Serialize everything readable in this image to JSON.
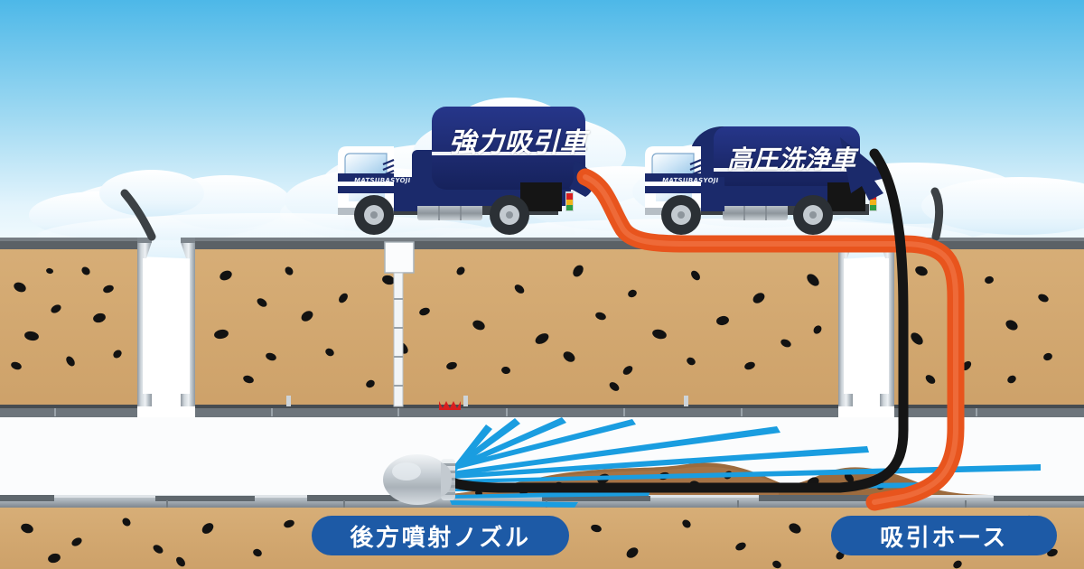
{
  "scene": {
    "title": "下水道管渠清掃 作業断面図",
    "description": "強力吸引車と高圧洗浄車による下水道管内清掃の断面イラスト"
  },
  "vehicles": [
    {
      "id": "suction-truck",
      "tank_label": "強力吸引車",
      "cab_marking": "MATSUBASYOJI",
      "body_color": "#1b2a6b",
      "cab_color": "#ffffff"
    },
    {
      "id": "washer-truck",
      "tank_label": "高圧洗浄車",
      "cab_marking": "MATSUBASYOJI",
      "body_color": "#1b2a6b",
      "cab_color": "#ffffff"
    }
  ],
  "labels": [
    {
      "id": "nozzle",
      "text": "後方噴射ノズル",
      "color": "#1d5aa6"
    },
    {
      "id": "hose",
      "text": "吸引ホース",
      "color": "#1d5aa6"
    }
  ],
  "hoses": [
    {
      "id": "suction-hose",
      "name": "吸引ホース",
      "color": "#e8541d"
    },
    {
      "id": "pressure-hose",
      "name": "高圧ホース",
      "color": "#151515"
    }
  ],
  "elements": {
    "nozzle_name": "後方噴射ノズル",
    "water_jets": "高圧水噴射",
    "sediment": "堆積土砂",
    "soil": "土壌断面",
    "road": "道路舗装面",
    "manhole": "マンホール立坑",
    "pipe": "下水道管渠"
  },
  "colors": {
    "sky_top": "#4db8e8",
    "sky_bottom": "#f4fbfe",
    "cloud": "#ffffff",
    "soil": "#d3a972",
    "gravel": "#111111",
    "road": "#555b60",
    "concrete": "#b9c2c9",
    "pipe_floor": "#9aa3aa",
    "sediment": "#9c6b3e",
    "water": "#1a9de0",
    "orange_hose": "#e8541d",
    "black_hose": "#151515",
    "truck_navy": "#1b2a6b",
    "pill": "#1d5aa6"
  }
}
